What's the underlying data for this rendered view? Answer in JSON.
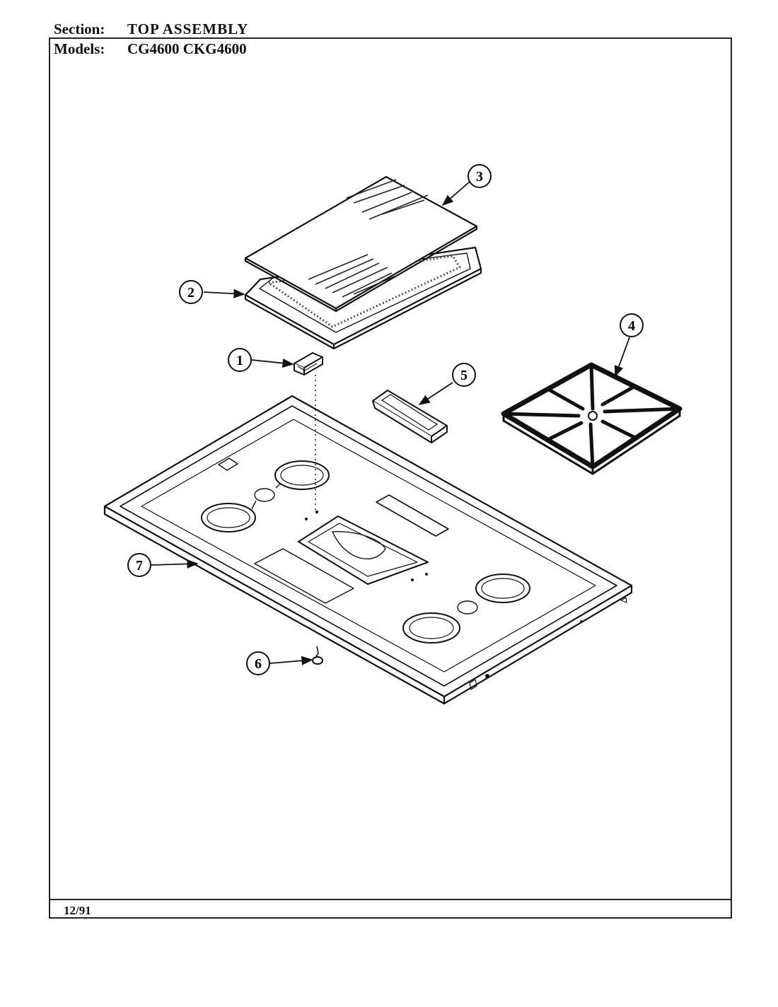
{
  "header": {
    "section_label": "Section:",
    "section_value": "TOP ASSEMBLY",
    "models_label": "Models:",
    "models_value": "CG4600  CKG4600"
  },
  "footer": {
    "date": "12/91"
  },
  "callouts": {
    "c1": "1",
    "c2": "2",
    "c3": "3",
    "c4": "4",
    "c5": "5",
    "c6": "6",
    "c7": "7"
  }
}
